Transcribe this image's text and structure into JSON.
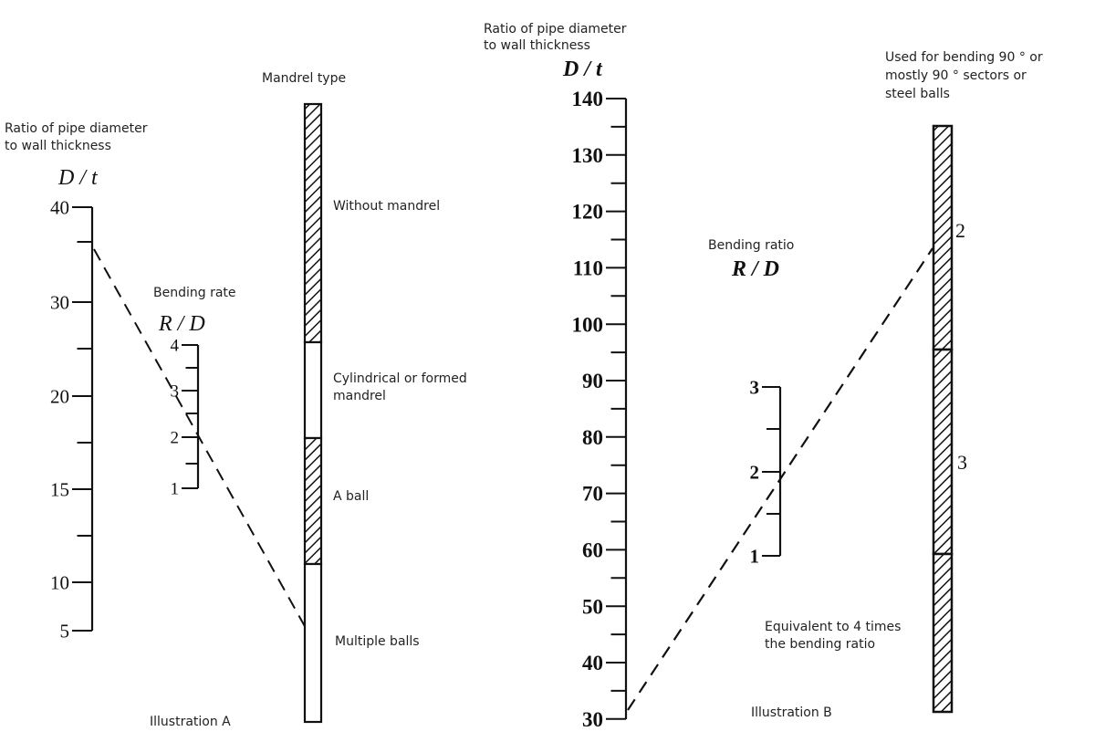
{
  "illustration_a": {
    "caption": "Illustration A",
    "dt_axis": {
      "title_line1": "Ratio of pipe diameter",
      "title_line2": "to wall thickness",
      "symbol": "D / t",
      "tick_labels": [
        "40",
        "30",
        "20",
        "15",
        "10",
        "5"
      ]
    },
    "rd_axis": {
      "title": "Bending rate",
      "symbol": "R / D",
      "tick_labels": [
        "4",
        "3",
        "2",
        "1"
      ]
    },
    "mandrel_bar": {
      "title": "Mandrel type",
      "segments": [
        {
          "label": "Without mandrel",
          "hatched": true
        },
        {
          "label": "Cylindrical or formed mandrel",
          "hatched": false
        },
        {
          "label": "A ball",
          "hatched": true
        },
        {
          "label": "Multiple balls",
          "hatched": false
        }
      ]
    }
  },
  "illustration_b": {
    "caption": "Illustration B",
    "dt_axis": {
      "title_line1": "Ratio of pipe diameter",
      "title_line2": "to wall thickness",
      "symbol": "D / t",
      "tick_labels": [
        "140",
        "130",
        "120",
        "110",
        "100",
        "90",
        "80",
        "70",
        "60",
        "50",
        "40",
        "30"
      ]
    },
    "rd_axis": {
      "title": "Bending ratio",
      "symbol": "R / D",
      "tick_labels": [
        "3",
        "2",
        "1"
      ]
    },
    "bar": {
      "note_top_line1": "Used for bending 90 ° or",
      "note_top_line2": "mostly 90 ° sectors or",
      "note_top_line3": "steel balls",
      "marker_2": "2",
      "marker_3": "3",
      "note_bottom_line1": "Equivalent to 4 times",
      "note_bottom_line2": "the bending ratio"
    }
  }
}
